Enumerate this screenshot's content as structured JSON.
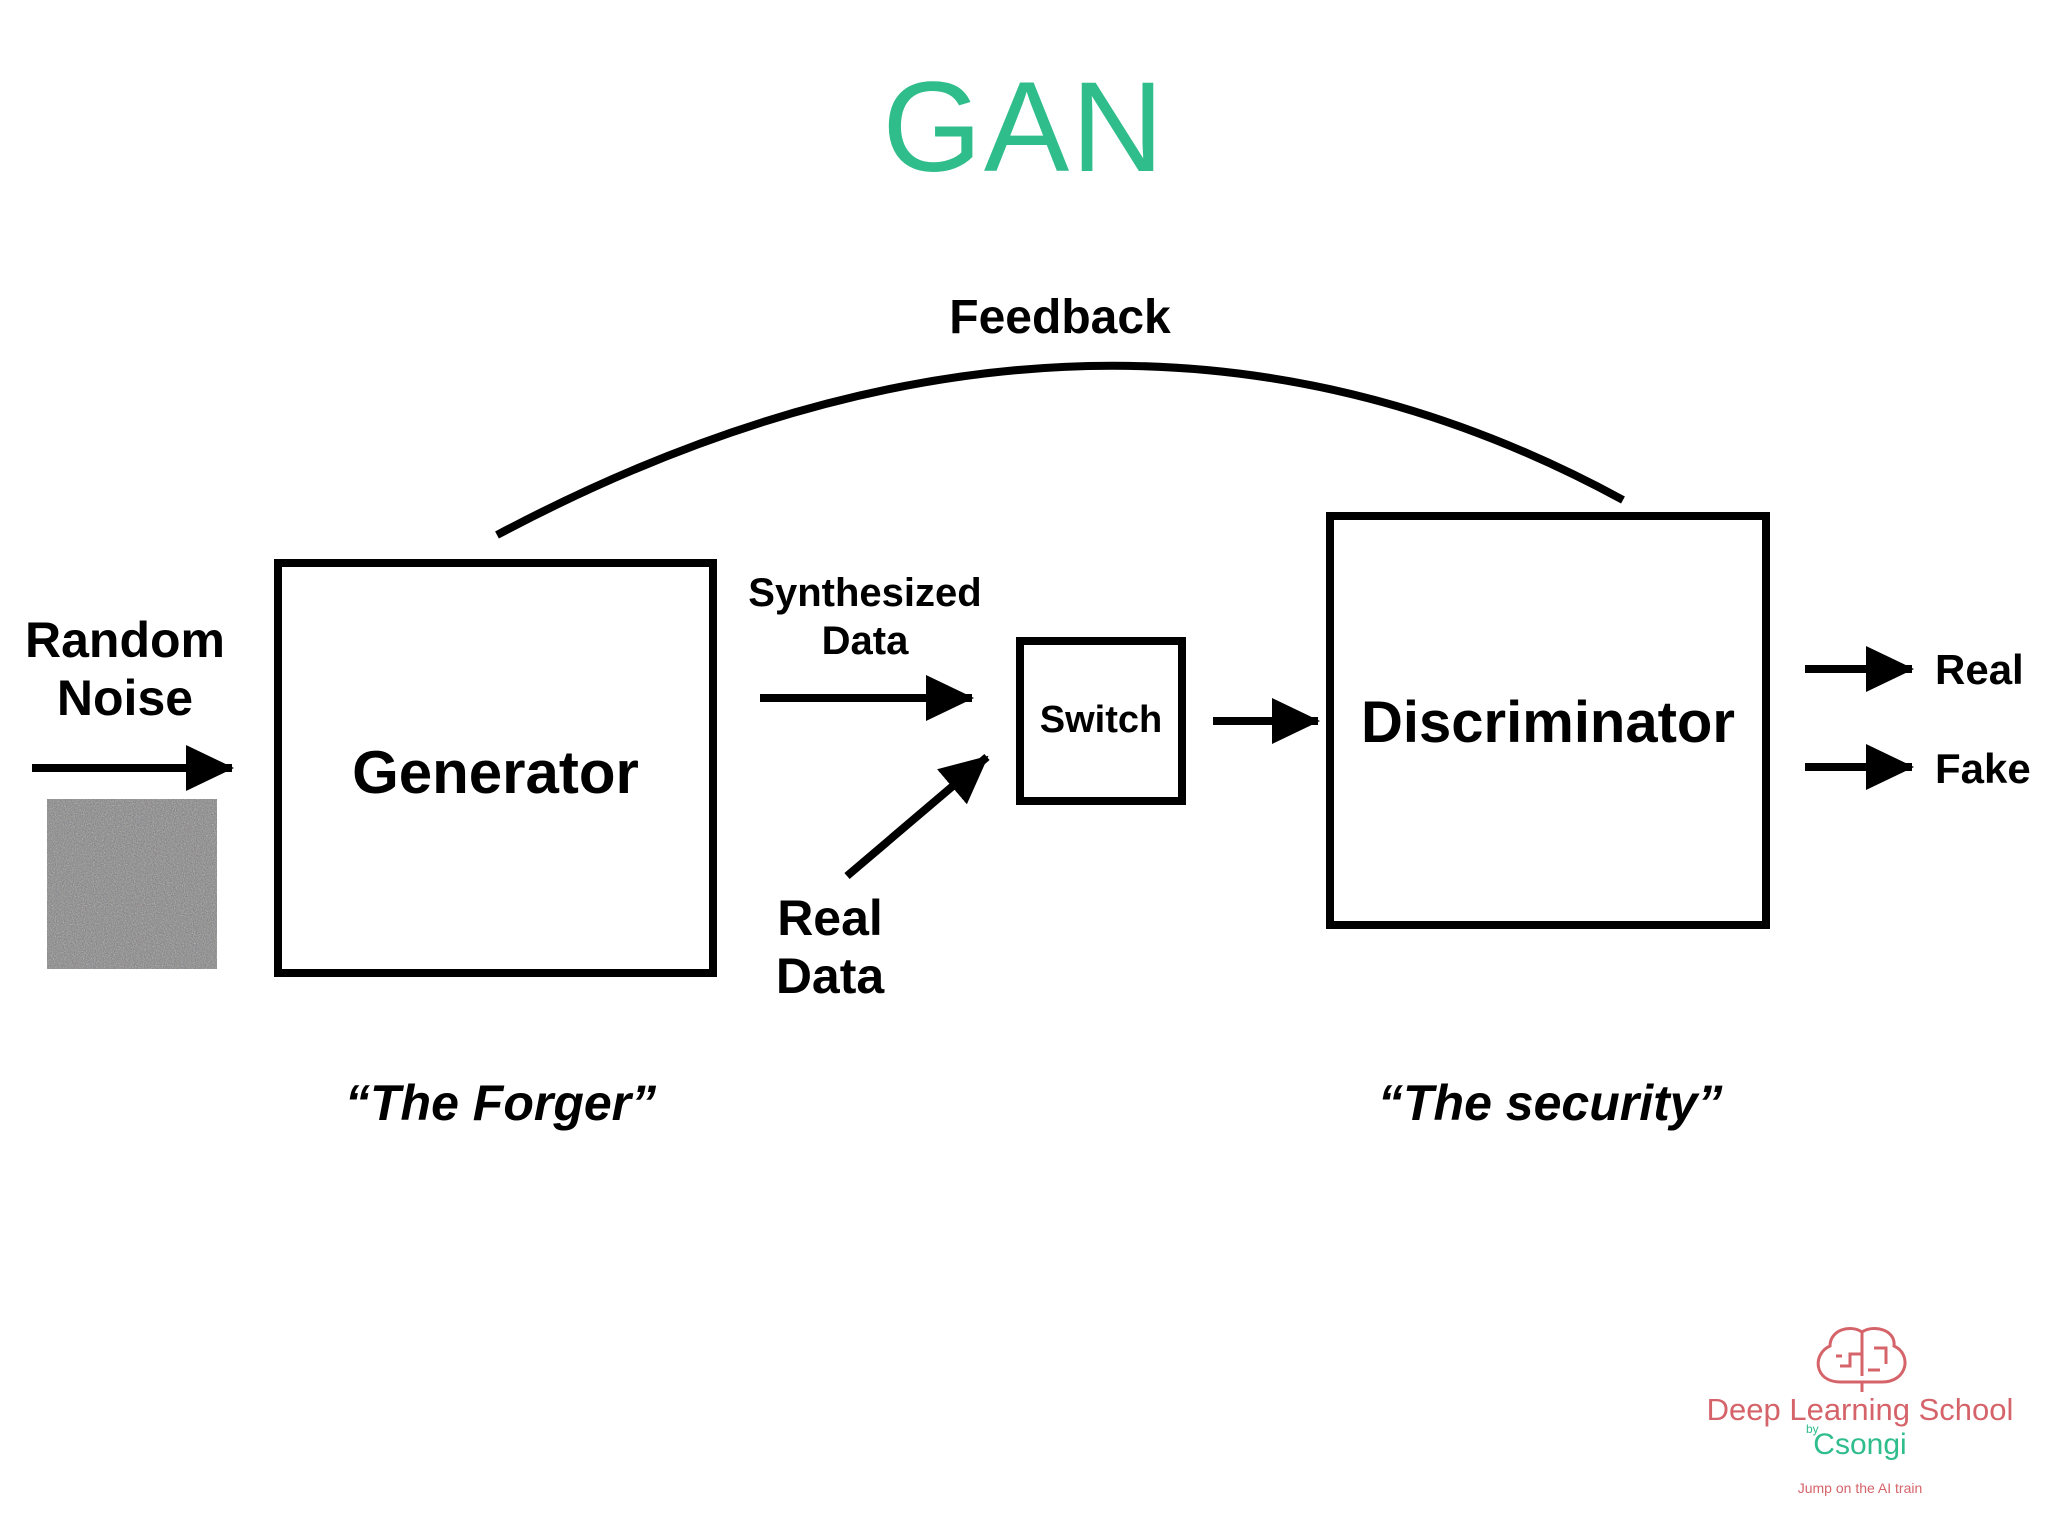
{
  "title": "GAN",
  "feedback_label": "Feedback",
  "input": {
    "line1": "Random",
    "line2": "Noise"
  },
  "generator": {
    "label": "Generator",
    "caption": "“The Forger”"
  },
  "synthesized": {
    "line1": "Synthesized",
    "line2": "Data"
  },
  "real_data": {
    "line1": "Real",
    "line2": "Data"
  },
  "switch_label": "Switch",
  "discriminator": {
    "label": "Discriminator",
    "caption": "“The security”"
  },
  "outputs": {
    "real": "Real",
    "fake": "Fake"
  },
  "logo": {
    "name": "Deep Learning School",
    "by": "by",
    "sub": "Csongi",
    "tagline": "Jump on the AI train"
  },
  "colors": {
    "title": "#2fbd8c",
    "logo_primary": "#d5646a",
    "logo_secondary": "#2fbd8c"
  }
}
